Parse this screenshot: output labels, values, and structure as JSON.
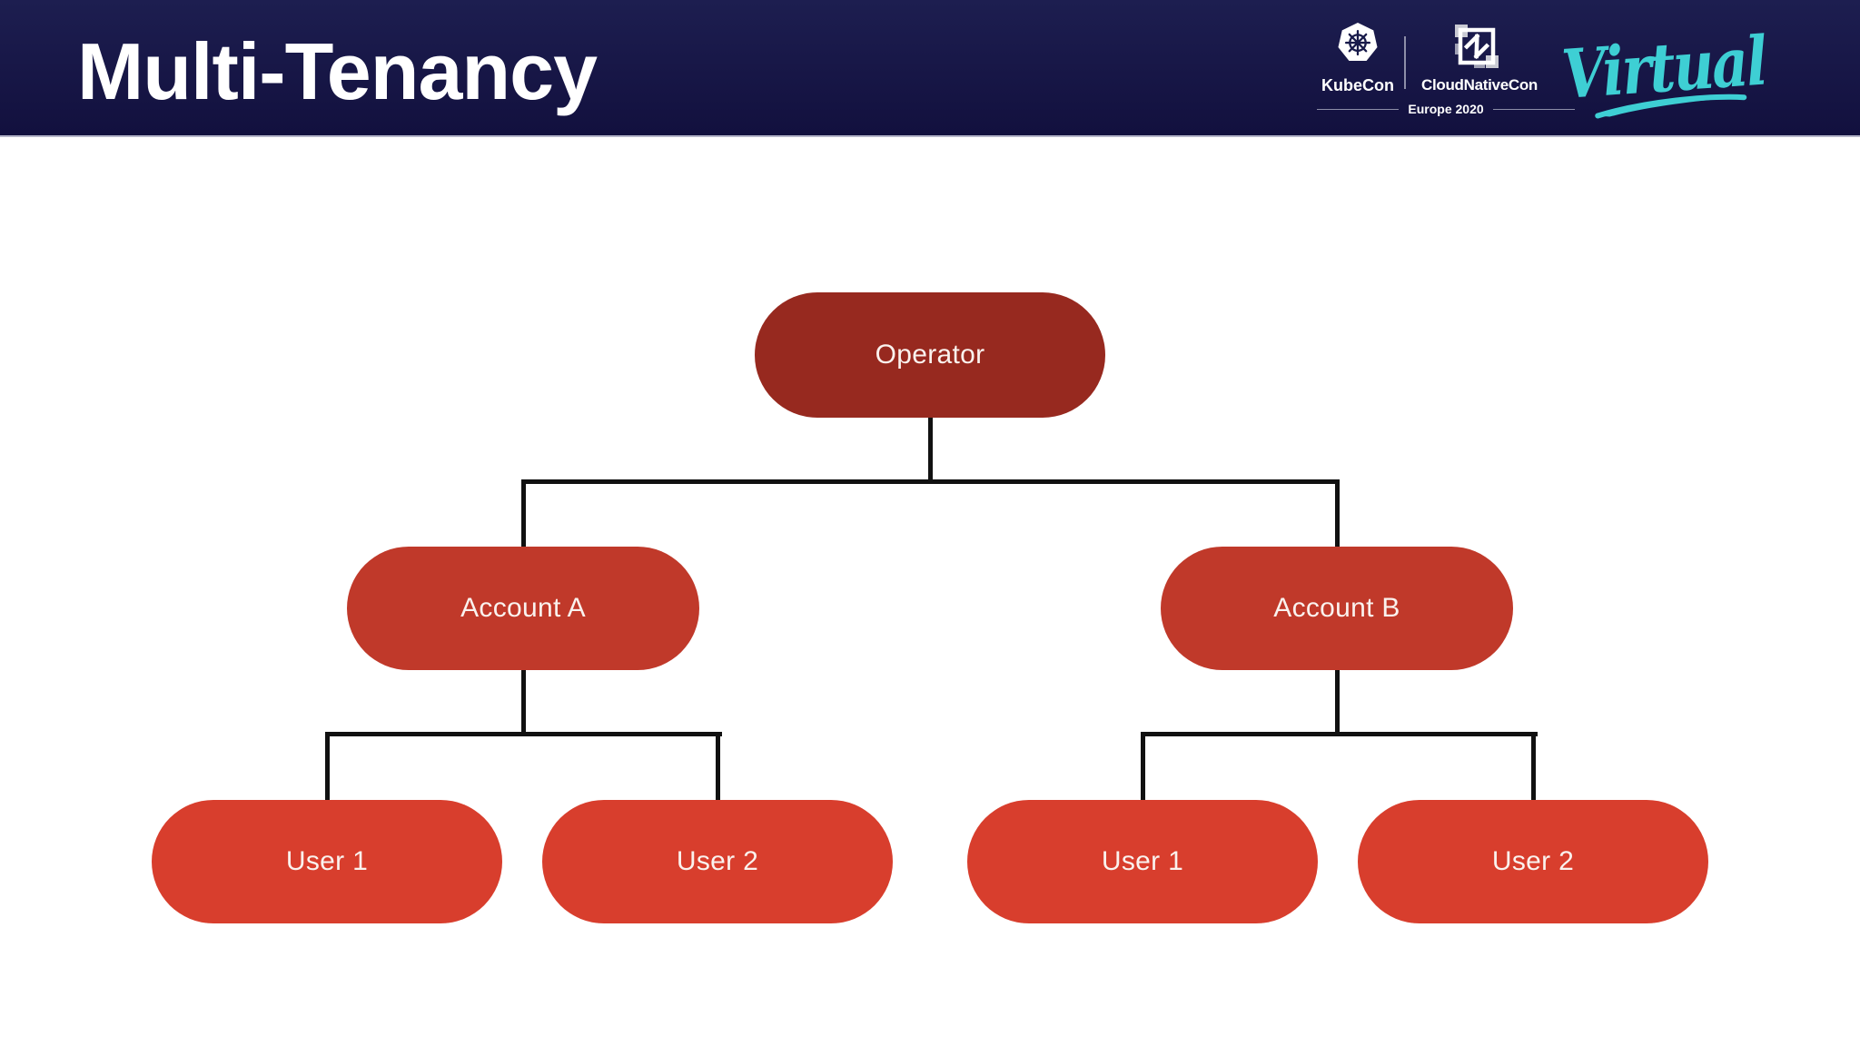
{
  "title": "Multi-Tenancy",
  "logos": {
    "kubecon": "KubeCon",
    "cloudnativecon": "CloudNativeCon",
    "event": "Europe 2020",
    "virtual": "Virtual"
  },
  "colors": {
    "header_bg": "#15143f",
    "operator_fill": "#97291f",
    "account_fill": "#c0392a",
    "user_fill": "#d83e2d",
    "connector": "#111111",
    "virtual_teal": "#3ecfd4",
    "pill_text": "#faf2ee"
  },
  "diagram": {
    "type": "org-tree",
    "root": {
      "label": "Operator"
    },
    "accounts": [
      {
        "label": "Account A",
        "users": [
          {
            "label": "User 1"
          },
          {
            "label": "User 2"
          }
        ]
      },
      {
        "label": "Account B",
        "users": [
          {
            "label": "User 1"
          },
          {
            "label": "User 2"
          }
        ]
      }
    ]
  }
}
